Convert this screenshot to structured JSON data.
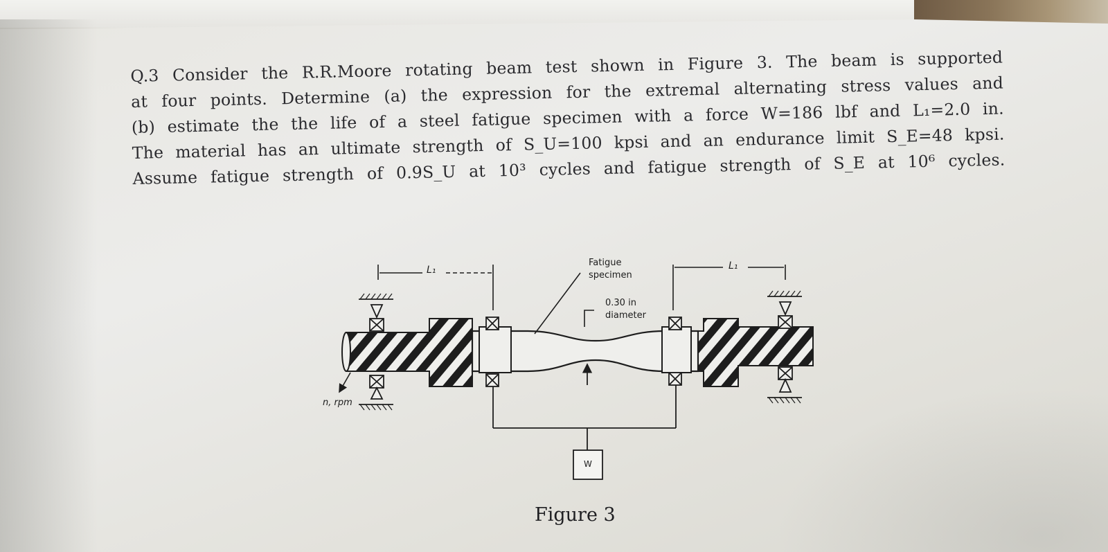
{
  "question": {
    "lines": [
      "Q.3 Consider the R.R.Moore rotating beam test shown in Figure 3. The beam is supported",
      "at four points. Determine (a) the expression for the extremal alternating stress values and",
      "(b) estimate the the life of a steel fatigue specimen with a force W=186 lbf and L₁=2.0 in.",
      "The material has an ultimate strength of S_U=100 kpsi and an endurance limit S_E=48 kpsi.",
      "Assume fatigue strength of 0.9S_U at 10³ cycles and fatigue strength of S_E at 10⁶ cycles."
    ]
  },
  "figure": {
    "label_l1_left": "L₁",
    "label_l1_right": "L₁",
    "label_specimen_line1": "Fatigue",
    "label_specimen_line2": "specimen",
    "label_diameter_line1": "0.30 in",
    "label_diameter_line2": "diameter",
    "label_rpm": "n, rpm",
    "label_weight": "W",
    "caption": "Figure 3"
  }
}
